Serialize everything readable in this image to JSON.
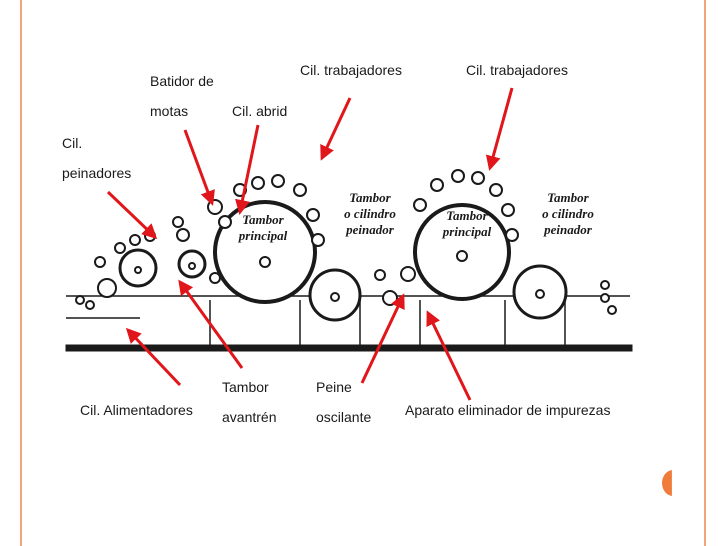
{
  "colors": {
    "arrow": "#e0161b",
    "ink": "#1a1a1a",
    "frame": "#f0a57a",
    "accent": "#f07c3c"
  },
  "labels": {
    "batidor": "Batidor de\nmotas",
    "cil_abrid": "Cil. abrid",
    "cil_trab_1": "Cil. trabajadores",
    "cil_trab_2": "Cil. trabajadores",
    "cil_peinadores": "Cil.\npeinadores",
    "cil_alimentadores": "Cil. Alimentadores",
    "tambor_avantren": "Tambor\navantrén",
    "peine_oscilante": "Peine\noscilante",
    "aparato": "Aparato eliminador de impurezas"
  },
  "drums": {
    "principal_1": "Tambor\nprincipal",
    "peinador_1": "Tambor\no cilindro\npeinador",
    "principal_2": "Tambor\nprincipal",
    "peinador_2": "Tambor\no cilindro\npeinador"
  }
}
